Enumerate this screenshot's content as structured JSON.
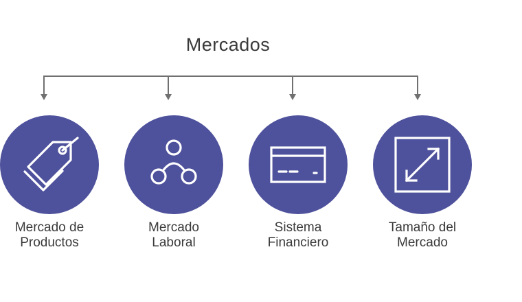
{
  "diagram": {
    "title": "Mercados",
    "colors": {
      "circle_fill": "#4e519b",
      "icon_stroke": "#ffffff",
      "connector": "#707070",
      "text": "#3a3a3a"
    },
    "nodes": [
      {
        "id": "productos",
        "icon": "price-tag-icon",
        "label_lines": [
          "Mercado de",
          "Productos"
        ]
      },
      {
        "id": "laboral",
        "icon": "people-network-icon",
        "label_lines": [
          "Mercado",
          "Laboral"
        ]
      },
      {
        "id": "financiero",
        "icon": "credit-card-icon",
        "label_lines": [
          "Sistema",
          "Financiero"
        ]
      },
      {
        "id": "tamano",
        "icon": "expand-arrows-icon",
        "label_lines": [
          "Tamaño del",
          "Mercado"
        ]
      }
    ]
  }
}
